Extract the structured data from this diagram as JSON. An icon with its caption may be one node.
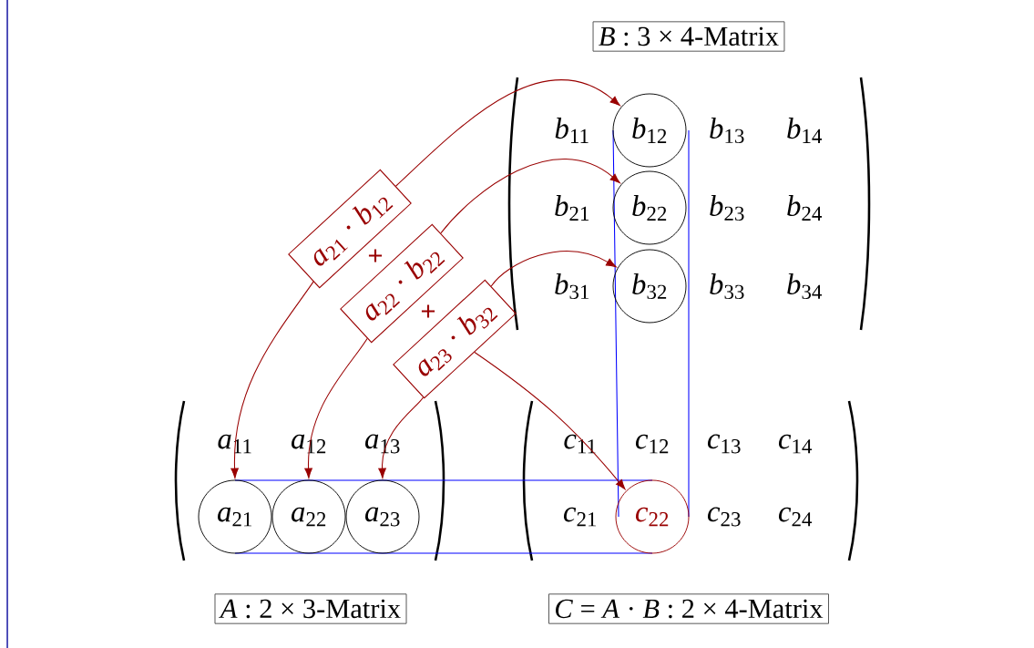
{
  "diagram": {
    "nodes": [
      {
        "text": [
          "*B* : 3 × 4-Matrix"
        ]
      },
      {
        "text": [
          "*b*$_{11}$"
        ]
      },
      {
        "text": [
          "*b*$_{12}$"
        ]
      },
      {
        "text": [
          "*b*$_{13}$"
        ]
      },
      {
        "text": [
          "*b*$_{14}$"
        ]
      },
      {
        "text": [
          "*b*$_{21}$"
        ]
      },
      {
        "text": [
          "*b*$_{22}$"
        ]
      },
      {
        "text": [
          "*b*$_{23}$"
        ]
      },
      {
        "text": [
          "*b*$_{24}$"
        ]
      },
      {
        "text": [
          "*b*$_{31}$"
        ]
      },
      {
        "text": [
          "*b*$_{32}$"
        ]
      },
      {
        "text": [
          "*b*$_{33}$"
        ]
      },
      {
        "text": [
          "*b*$_{34}$"
        ]
      },
      {
        "text": [
          "*a*$_{21}$ · *b*$_{12}$"
        ]
      },
      {
        "text": [
          "*a*$_{22}$ · *b*$_{22}$"
        ]
      },
      {
        "text": [
          "*a*$_{23}$ · *b*$_{32}$"
        ]
      },
      {
        "text": [
          "*a*$_{11}$"
        ]
      },
      {
        "text": [
          "*a*$_{12}$"
        ]
      },
      {
        "text": [
          "*a*$_{13}$"
        ]
      },
      {
        "text": [
          "*a*$_{21}$"
        ]
      },
      {
        "text": [
          "*a*$_{22}$"
        ]
      },
      {
        "text": [
          "*a*$_{23}$"
        ]
      },
      {
        "text": [
          "*c*$_{11}$"
        ]
      },
      {
        "text": [
          "*c*$_{12}$"
        ]
      },
      {
        "text": [
          "*c*$_{13}$"
        ]
      },
      {
        "text": [
          "*c*$_{14}$"
        ]
      },
      {
        "text": [
          "*c*$_{21}$"
        ]
      },
      {
        "text": [
          "*c*$_{22}$"
        ]
      },
      {
        "text": [
          "*c*$_{23}$"
        ]
      },
      {
        "text": [
          "*c*$_{24}$"
        ]
      },
      {
        "text": [
          "*A* : 2 × 3-Matrix"
        ]
      },
      {
        "text": [
          "*C* = *A* · *B* : 2 × 4-Matrix"
        ]
      }
    ],
    "edges": [
      {
        "from": 13,
        "to": 2,
        "arrow": "to"
      },
      {
        "from": 13,
        "to": 19,
        "arrow": "to"
      },
      {
        "from": 14,
        "to": 6,
        "arrow": "to"
      },
      {
        "from": 14,
        "to": 20,
        "arrow": "to"
      },
      {
        "from": 15,
        "to": 10,
        "arrow": "to"
      },
      {
        "from": 15,
        "to": 21,
        "arrow": "to"
      },
      {
        "from": 15,
        "to": 27,
        "arrow": "to"
      }
    ],
    "labels": [
      "+",
      "+"
    ]
  }
}
